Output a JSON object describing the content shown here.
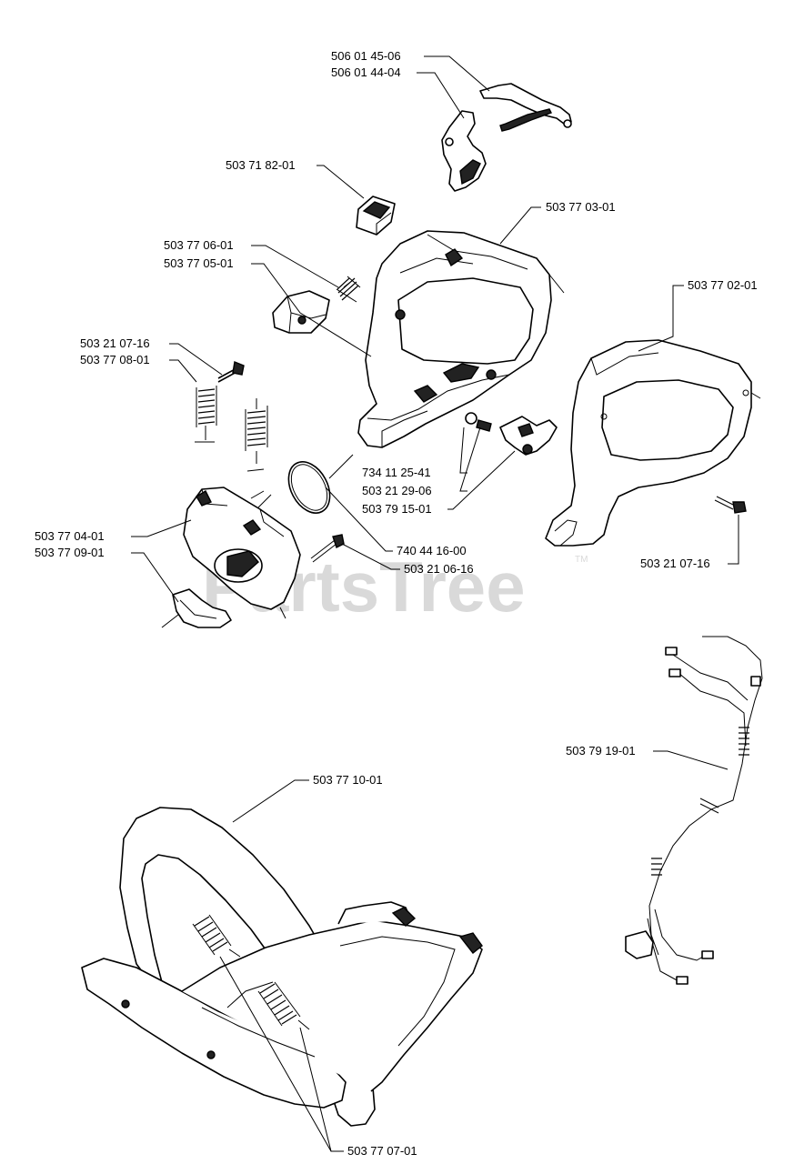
{
  "watermark": {
    "text": "PartsTree",
    "tm": "TM"
  },
  "labels": {
    "p506014506": "506 01 45-06",
    "p506014404": "506 01 44-04",
    "p503718201": "503 71 82-01",
    "p503770301": "503 77 03-01",
    "p503770601": "503 77 06-01",
    "p503770501": "503 77 05-01",
    "p503770201": "503 77 02-01",
    "p503210716a": "503 21 07-16",
    "p503770801": "503 77 08-01",
    "p734112541": "734 11 25-41",
    "p503212906": "503 21 29-06",
    "p503791501": "503 79 15-01",
    "p503770401": "503 77 04-01",
    "p503770901": "503 77 09-01",
    "p740441600": "740 44 16-00",
    "p503210616": "503 21 06-16",
    "p503210716b": "503 21 07-16",
    "p503791901": "503 79 19-01",
    "p503771001": "503 77 10-01",
    "p503770701": "503 77 07-01"
  }
}
